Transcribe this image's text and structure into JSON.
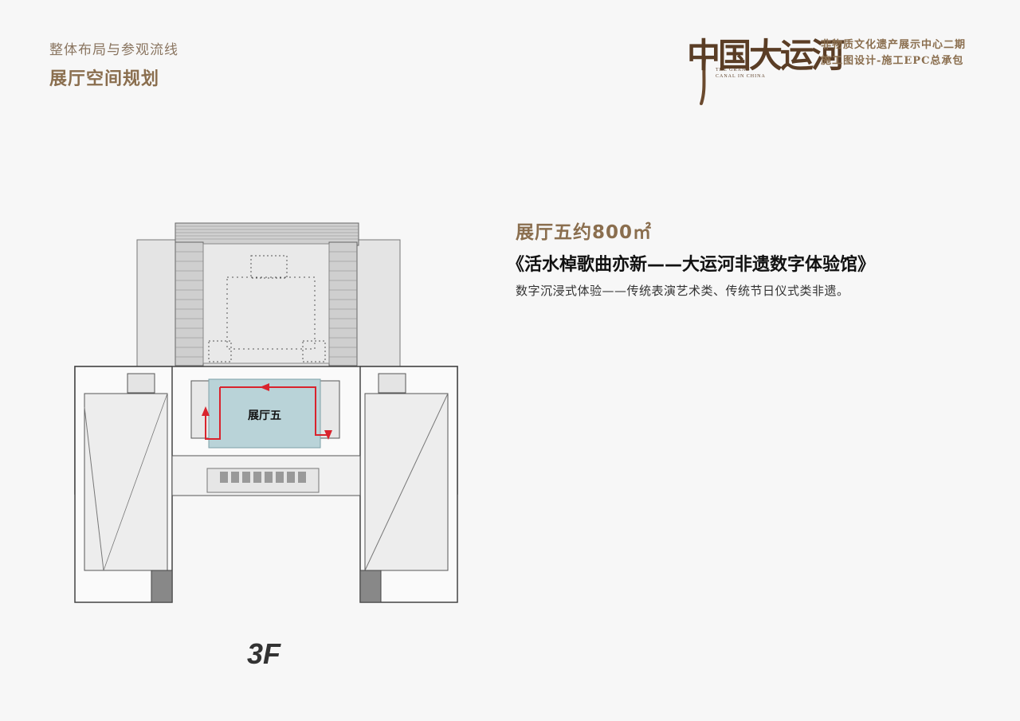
{
  "header": {
    "subtitle": "整体布局与参观流线",
    "title": "展厅空间规划"
  },
  "brand": {
    "calligraphy": "中国大运河",
    "english": "THE GRAND CANAL IN CHINA",
    "line1": "非物质文化遗产展示中心二期",
    "line2": "施工图设计-施工EPC总承包"
  },
  "hall": {
    "area": "展厅五约800㎡",
    "name": "《活水棹歌曲亦新——大运河非遗数字体验馆》",
    "description": "数字沉浸式体验——传统表演艺术类、传统节日仪式类非遗。"
  },
  "plan": {
    "room_label": "展厅五",
    "highlight_color": "#b9d3d8",
    "route_color": "#d9232d"
  },
  "floor": "3F"
}
